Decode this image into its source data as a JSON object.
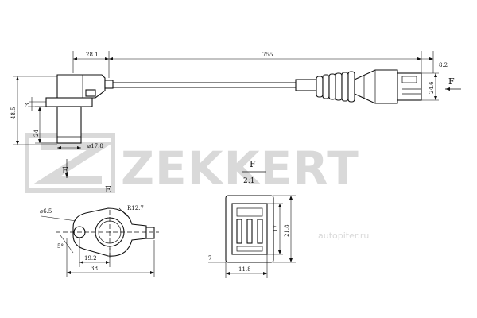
{
  "brand": {
    "logo_text": "ZEKKERT",
    "watermark": "autopiter.ru"
  },
  "dimensions": {
    "offset_width": "28.1",
    "cable_length": "755",
    "connector_length": "8.2",
    "connector_height": "24.6",
    "total_height": "48.5",
    "collar_height": "3",
    "body_height": "24",
    "body_diameter": "⌀17.8",
    "hole_diameter": "⌀6.5",
    "flange_radius": "R12.7",
    "angle": "5°",
    "hole_offset": "19.2",
    "flange_length": "38",
    "pin_pitch": "7",
    "connector_width": "11.8",
    "connector_inner_height": "17",
    "connector_outer_height": "21.8"
  },
  "views": {
    "section_label_e": "E",
    "view_label_e": "E",
    "view_label_f": "F",
    "detail_label_f": "F",
    "detail_scale": "2:1"
  },
  "colors": {
    "line": "#111111",
    "watermark": "#d9d9d9"
  }
}
